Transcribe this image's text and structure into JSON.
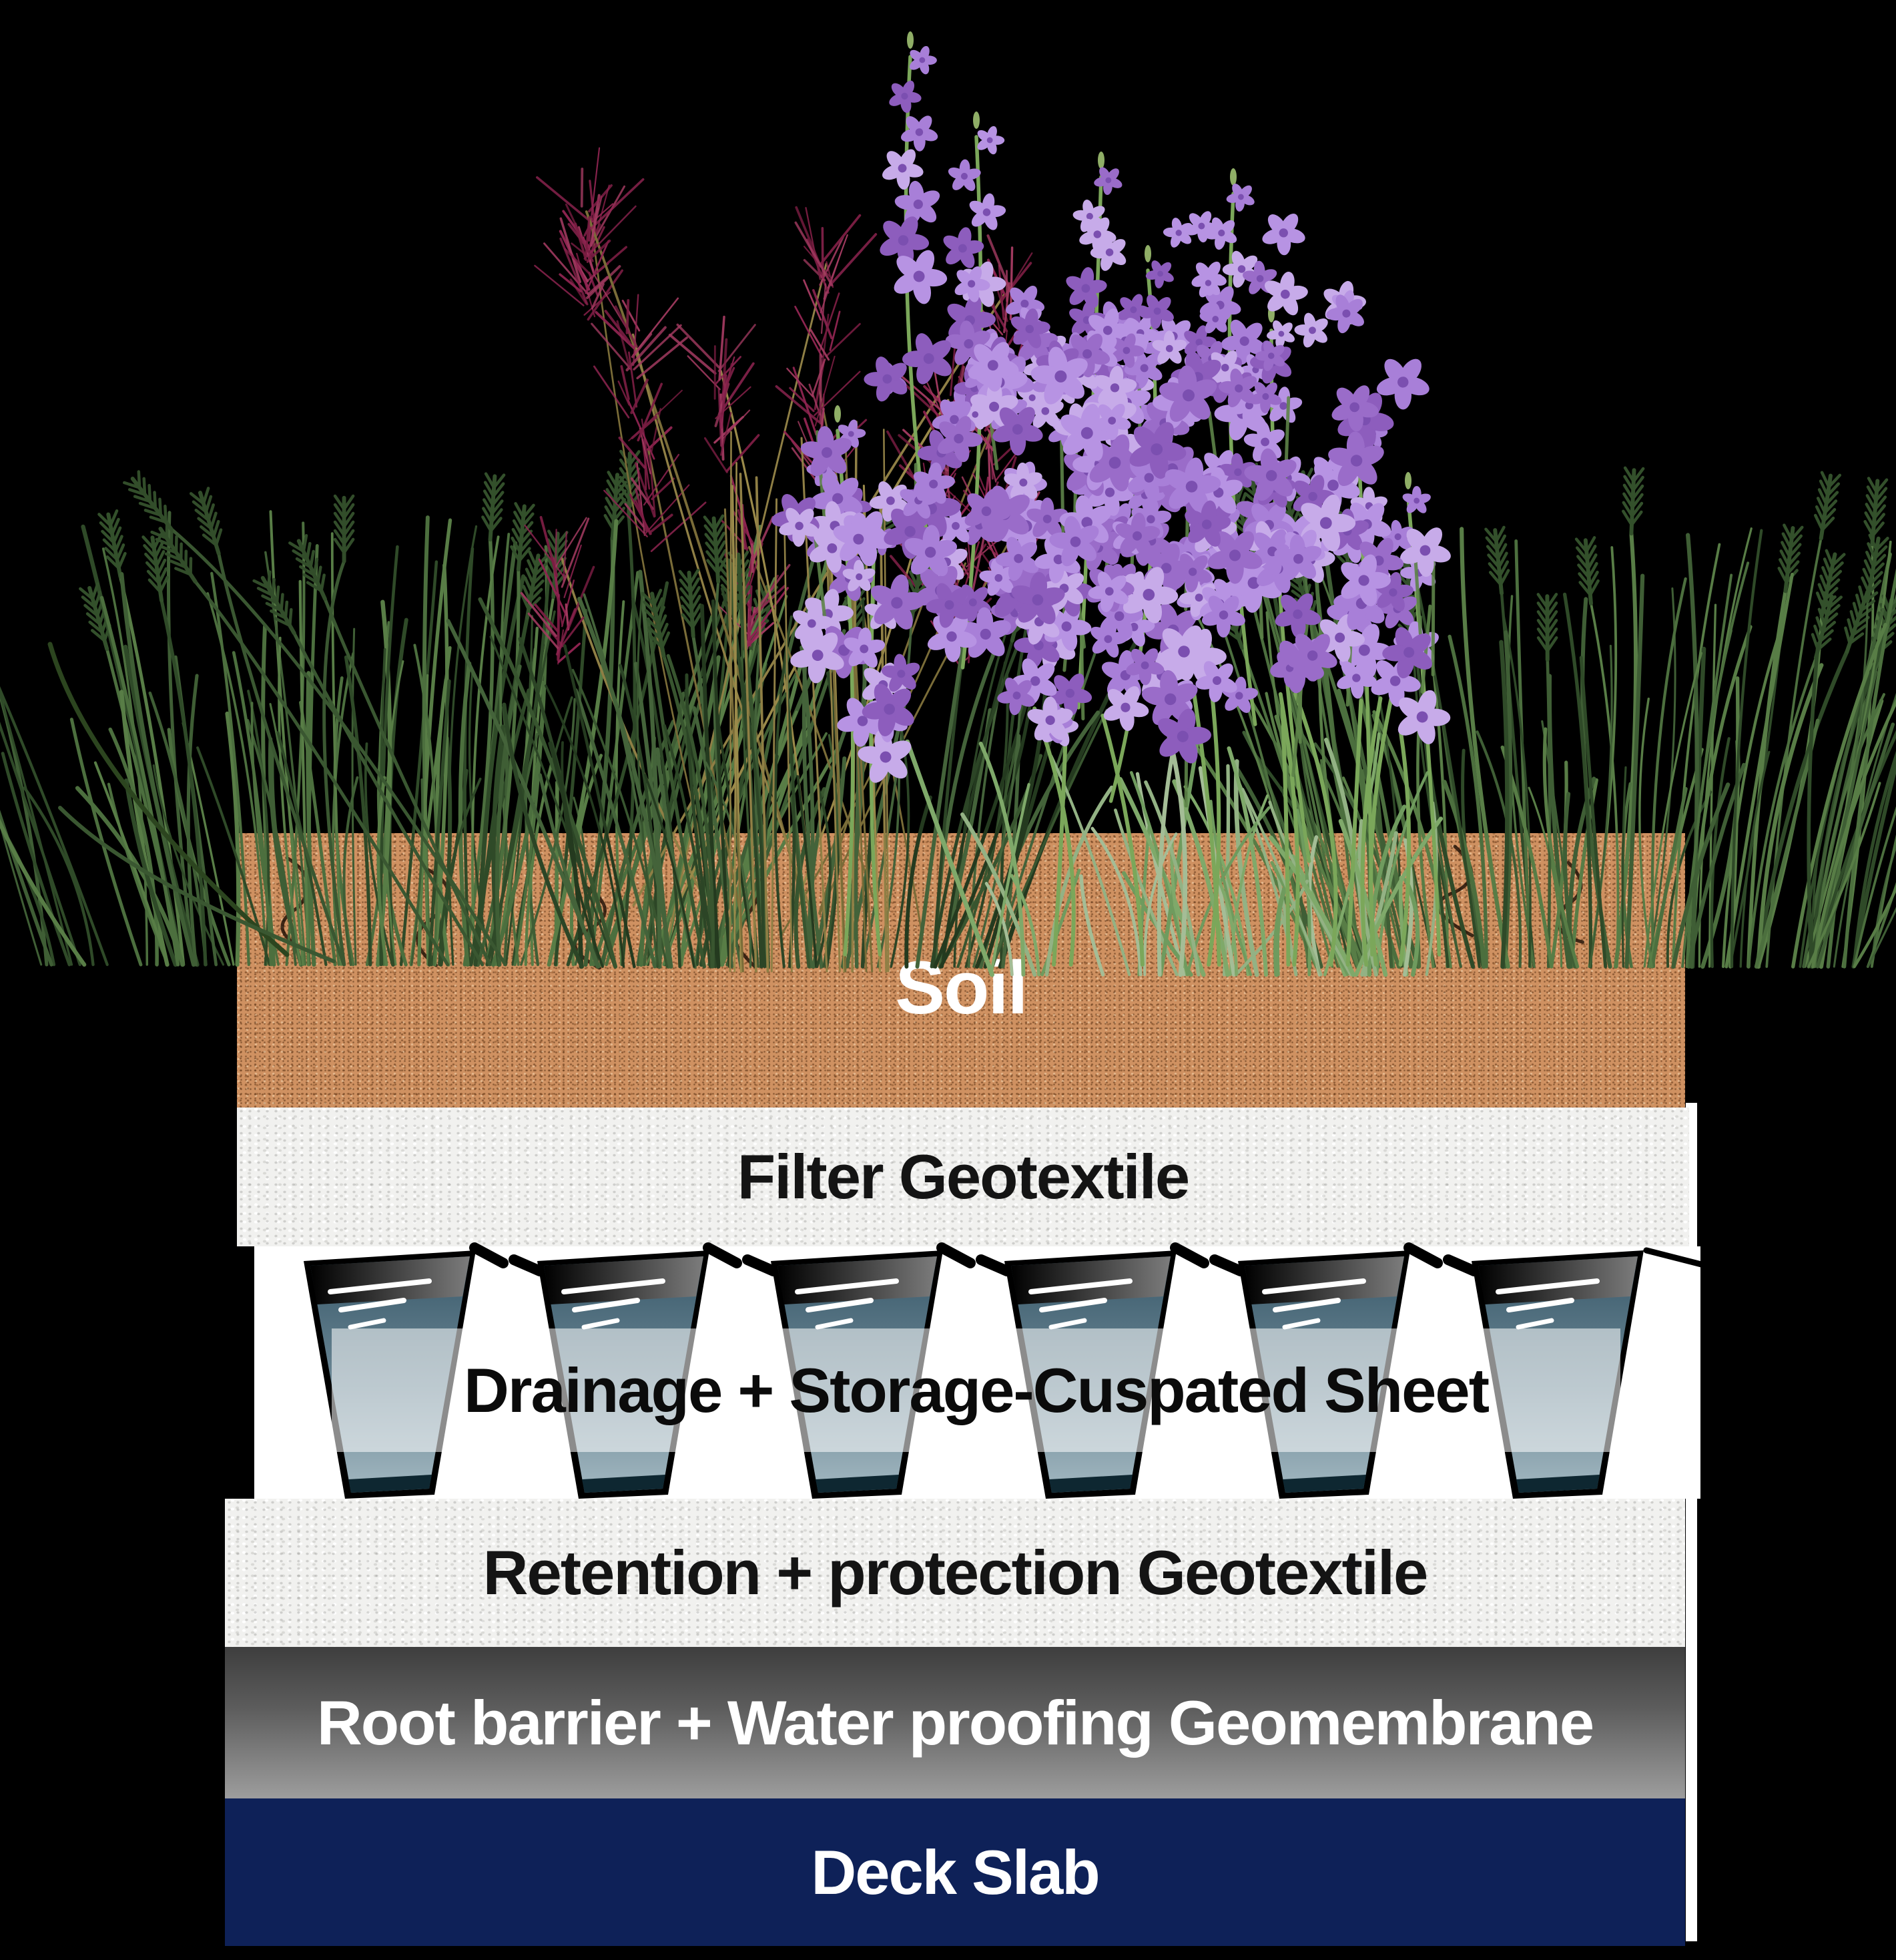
{
  "canvas": {
    "background": "#000000"
  },
  "layers": [
    {
      "id": "soil",
      "label": "Soil",
      "label_color": "#ffffff",
      "base_color": "#cf9161",
      "speckle_dark": "#6e4226",
      "speckle_light": "#f0d4ae"
    },
    {
      "id": "filter-geotextile",
      "label": "Filter Geotextile",
      "label_color": "#141414",
      "base_color": "#f1f1ef"
    },
    {
      "id": "drainage-cuspated-sheet",
      "label": "Drainage + Storage-Cuspated Sheet",
      "label_color": "#0b0b0b",
      "base_color": "#ffffff",
      "cup_count": 6,
      "cup_colors": {
        "rim": "#000000",
        "top_gradient": [
          "#000000",
          "#7c7c7c"
        ],
        "body_gradient": [
          "#39596a",
          "#6c8896",
          "#a3b8c1"
        ],
        "base_strip": "#0e2731",
        "streaks": "#ffffff"
      },
      "text_band_color": "rgba(255,255,255,0.55)"
    },
    {
      "id": "retention-geotextile",
      "label": "Retention + protection Geotextile",
      "label_color": "#141414",
      "base_color": "#f1f1ef"
    },
    {
      "id": "root-barrier-geomembrane",
      "label": "Root barrier + Water proofing Geomembrane",
      "label_color": "#ffffff",
      "gradient_top": "#3e3e3e",
      "gradient_bottom": "#9d9d9d"
    },
    {
      "id": "deck-slab",
      "label": "Deck Slab",
      "label_color": "#ffffff",
      "base_color": "#0e2158"
    }
  ],
  "plants": {
    "items": [
      {
        "name": "tuft-grass-left-icon",
        "color": "#44633a"
      },
      {
        "name": "red-muhly-grass-icon",
        "color": "#8e2450",
        "stem_color": "#8f7f45"
      },
      {
        "name": "lavender-plant-icon",
        "flower_color": "#b18be0",
        "foliage_color": "#7fa96a"
      },
      {
        "name": "tuft-grass-right-icon",
        "color": "#44633a"
      }
    ]
  }
}
